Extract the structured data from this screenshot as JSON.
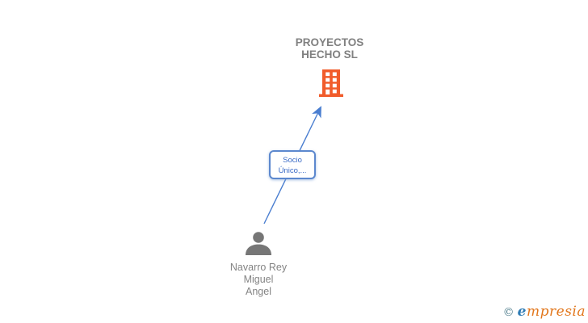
{
  "diagram": {
    "company": {
      "name": "PROYECTOS HECHO SL",
      "name_lines": [
        "PROYECTOS",
        "HECHO SL"
      ],
      "icon": "building-icon",
      "icon_color": "#f15c2b"
    },
    "relationship": {
      "label": "Socio Único,...",
      "label_lines": [
        "Socio",
        "Único,..."
      ],
      "box_border_color": "#5c88ce",
      "text_color": "#3a6bc6",
      "arrow_color": "#4a7ed0",
      "direction": "person-to-company"
    },
    "person": {
      "name": "Navarro Rey Miguel Angel",
      "name_lines": [
        "Navarro Rey",
        "Miguel",
        "Angel"
      ],
      "icon": "person-silhouette-icon",
      "icon_color": "#767676",
      "text_color": "#848484"
    }
  },
  "watermark": {
    "copyright_symbol": "©",
    "brand_initial": "e",
    "brand_rest": "mpresia",
    "brand_full": "empresia",
    "initial_color": "#2f7cb5",
    "rest_color": "#e2761b"
  }
}
